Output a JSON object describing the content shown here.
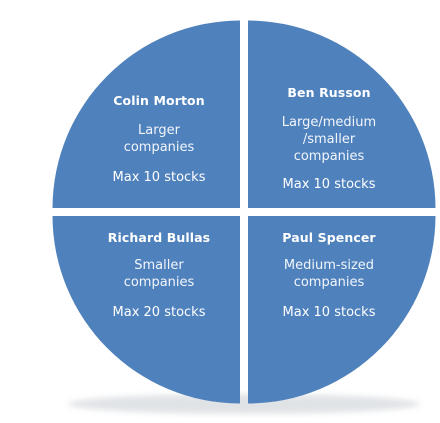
{
  "colors": {
    "quadrant_fill": "#4f81bd",
    "quadrant_shadow": "#c8cdd3",
    "text": "#ffffff"
  },
  "quadrants": {
    "top_left": {
      "name": "Colin Morton",
      "description": [
        "Larger",
        "companies"
      ],
      "limit": "Max 10 stocks"
    },
    "top_right": {
      "name": "Ben Russon",
      "description": [
        "Large/medium",
        "/smaller",
        "companies"
      ],
      "limit": "Max 10 stocks"
    },
    "bottom_left": {
      "name": "Richard Bullas",
      "description": [
        "Smaller",
        "companies"
      ],
      "limit": "Max 20 stocks"
    },
    "bottom_right": {
      "name": "Paul Spencer",
      "description": [
        "Medium-sized",
        "companies"
      ],
      "limit": "Max 10 stocks"
    }
  }
}
